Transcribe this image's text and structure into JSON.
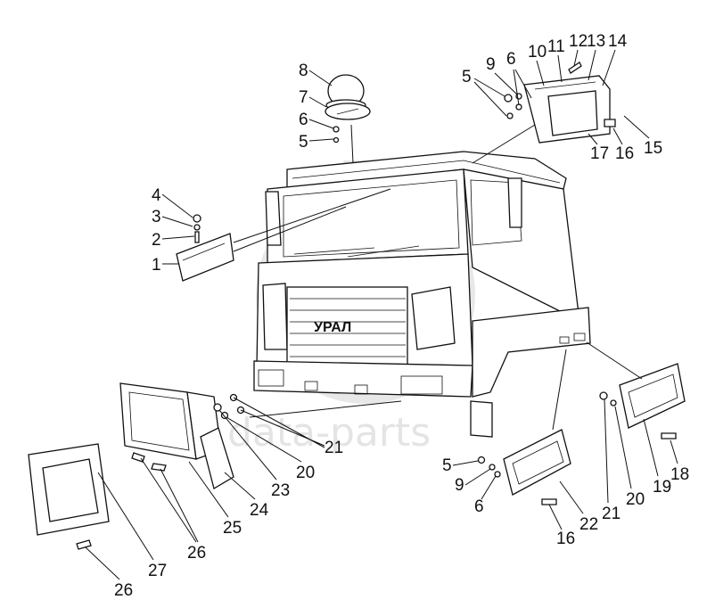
{
  "watermark": {
    "text": "data-parts",
    "color": "#c8c8c8"
  },
  "diagram": {
    "line_color": "#111111",
    "callouts": [
      {
        "id": "c1",
        "label": "1"
      },
      {
        "id": "c2",
        "label": "2"
      },
      {
        "id": "c3",
        "label": "3"
      },
      {
        "id": "c4",
        "label": "4"
      },
      {
        "id": "c5a",
        "label": "5"
      },
      {
        "id": "c6a",
        "label": "6"
      },
      {
        "id": "c7",
        "label": "7"
      },
      {
        "id": "c8",
        "label": "8"
      },
      {
        "id": "c5b",
        "label": "5"
      },
      {
        "id": "c9a",
        "label": "9"
      },
      {
        "id": "c6b",
        "label": "6"
      },
      {
        "id": "c10",
        "label": "10"
      },
      {
        "id": "c11",
        "label": "11"
      },
      {
        "id": "c12",
        "label": "12"
      },
      {
        "id": "c13",
        "label": "13"
      },
      {
        "id": "c14",
        "label": "14"
      },
      {
        "id": "c15",
        "label": "15"
      },
      {
        "id": "c16a",
        "label": "16"
      },
      {
        "id": "c17",
        "label": "17"
      },
      {
        "id": "c18",
        "label": "18"
      },
      {
        "id": "c19",
        "label": "19"
      },
      {
        "id": "c20a",
        "label": "20"
      },
      {
        "id": "c21a",
        "label": "21"
      },
      {
        "id": "c22",
        "label": "22"
      },
      {
        "id": "c16b",
        "label": "16"
      },
      {
        "id": "c6c",
        "label": "6"
      },
      {
        "id": "c9b",
        "label": "9"
      },
      {
        "id": "c5c",
        "label": "5"
      },
      {
        "id": "c21b",
        "label": "21"
      },
      {
        "id": "c20b",
        "label": "20"
      },
      {
        "id": "c23",
        "label": "23"
      },
      {
        "id": "c24",
        "label": "24"
      },
      {
        "id": "c25",
        "label": "25"
      },
      {
        "id": "c26a",
        "label": "26"
      },
      {
        "id": "c27",
        "label": "27"
      },
      {
        "id": "c26b",
        "label": "26"
      }
    ],
    "grille_badge": "УРАЛ"
  }
}
